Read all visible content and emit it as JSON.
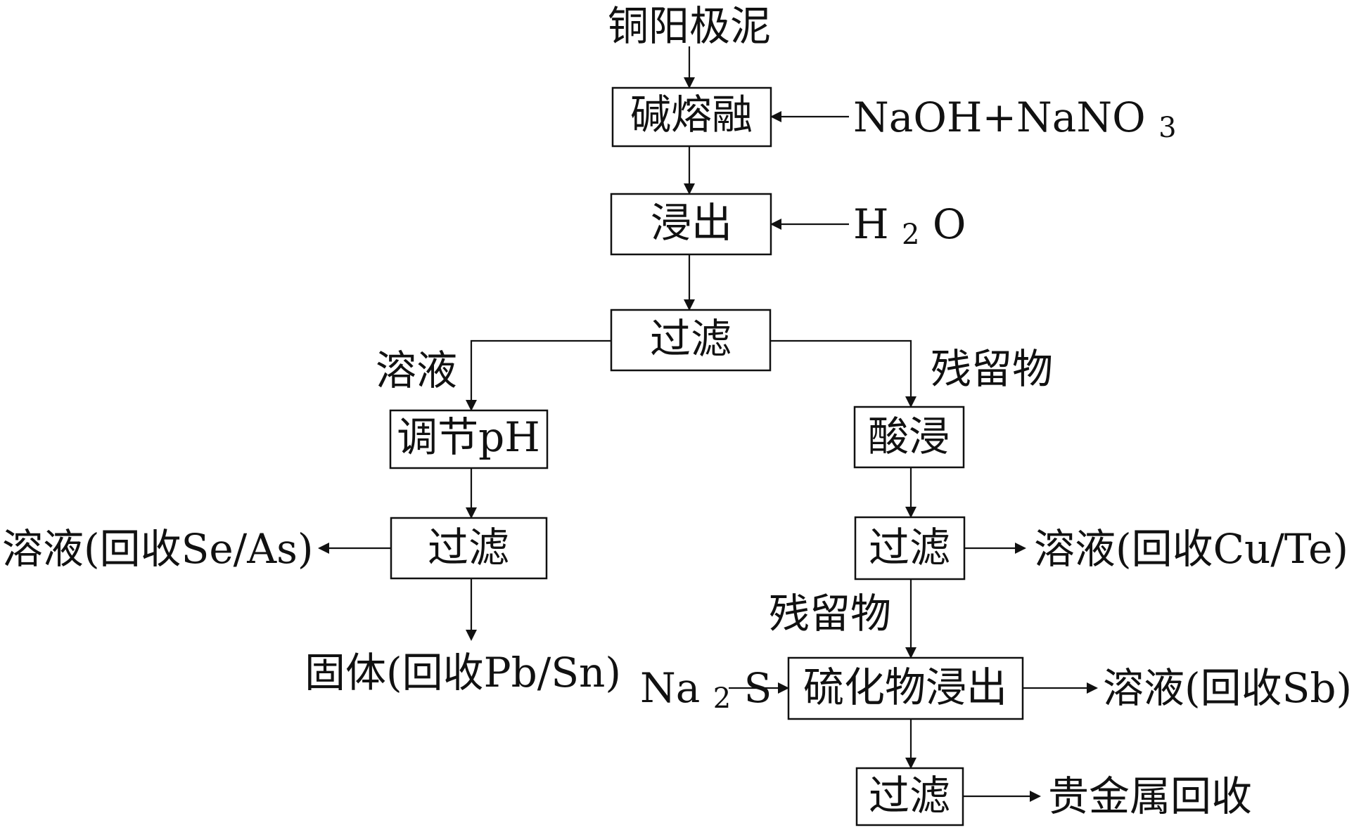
{
  "diagram": {
    "start": "铜阳极泥",
    "steps": {
      "alkali_fusion": "碱熔融",
      "leach": "浸出",
      "filter_main": "过滤",
      "adjust_ph": "调节pH",
      "filter_left": "过滤",
      "acid_leach": "酸浸",
      "filter_right": "过滤",
      "sulfide_leach": "硫化物浸出",
      "filter_bottom": "过滤"
    },
    "reagents": {
      "alkali_main": "NaOH+NaNO",
      "alkali_sub": "3",
      "water_main": "H",
      "water_sub": "2",
      "water_tail": "O",
      "sulfide_main": "Na",
      "sulfide_sub": "2",
      "sulfide_tail": "S"
    },
    "outputs": {
      "solution_left_branch": "溶液",
      "residue_right_branch": "残留物",
      "se_as_solution": "溶液(回收Se/As)",
      "pb_sn_solid": "固体(回收Pb/Sn)",
      "cu_te_solution": "溶液(回收Cu/Te)",
      "residue_lower": "残留物",
      "sb_solution": "溶液(回收Sb)",
      "precious_metals": "贵金属回收"
    }
  }
}
